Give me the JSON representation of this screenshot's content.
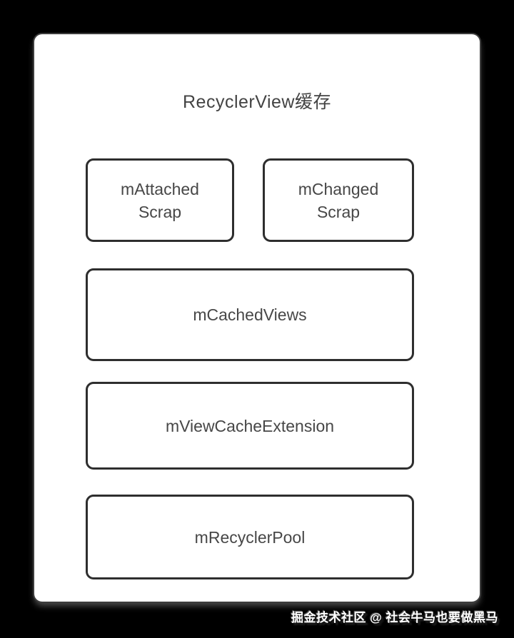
{
  "diagram": {
    "title": "RecyclerView缓存",
    "boxes": [
      {
        "name": "mAttachedScrap",
        "lines": [
          "mAttached",
          "Scrap"
        ]
      },
      {
        "name": "mChangedScrap",
        "lines": [
          "mChanged",
          "Scrap"
        ]
      },
      {
        "name": "mCachedViews",
        "lines": [
          "mCachedViews"
        ]
      },
      {
        "name": "mViewCacheExtension",
        "lines": [
          "mViewCacheExtension"
        ]
      },
      {
        "name": "mRecyclerPool",
        "lines": [
          "mRecyclerPool"
        ]
      }
    ],
    "colors": {
      "page_background": "#000000",
      "card_background": "#ffffff",
      "box_border": "#2e2e2e",
      "text": "#474747",
      "watermark_text": "#ffffff"
    }
  },
  "watermark": {
    "text": "掘金技术社区 @ 社会牛马也要做黑马"
  }
}
